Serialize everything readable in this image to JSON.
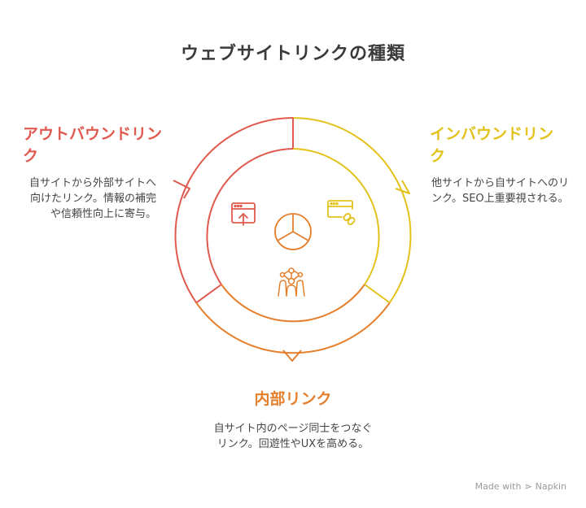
{
  "title": "ウェブサイトリンクの種類",
  "sections": {
    "outbound": {
      "title": "アウトバウンドリンク",
      "description": "自サイトから外部サイトへ向けたリンク。情報の補完や信頼性向上に寄与。",
      "color": "#e05a4f",
      "icon": "browser-upload-icon"
    },
    "inbound": {
      "title": "インバウンドリンク",
      "description": "他サイトから自サイトへのリンク。SEO上重要視される。",
      "color": "#e3c21c",
      "icon": "browser-link-icon"
    },
    "internal": {
      "title": "内部リンク",
      "description": "自サイト内のページ同士をつなぐリンク。回遊性やUXを高める。",
      "color": "#e57f2c",
      "icon": "network-people-icon"
    }
  },
  "center_icon": "pie-chart-icon",
  "credit": {
    "made_with": "Made with",
    "brand": "Napkin"
  }
}
